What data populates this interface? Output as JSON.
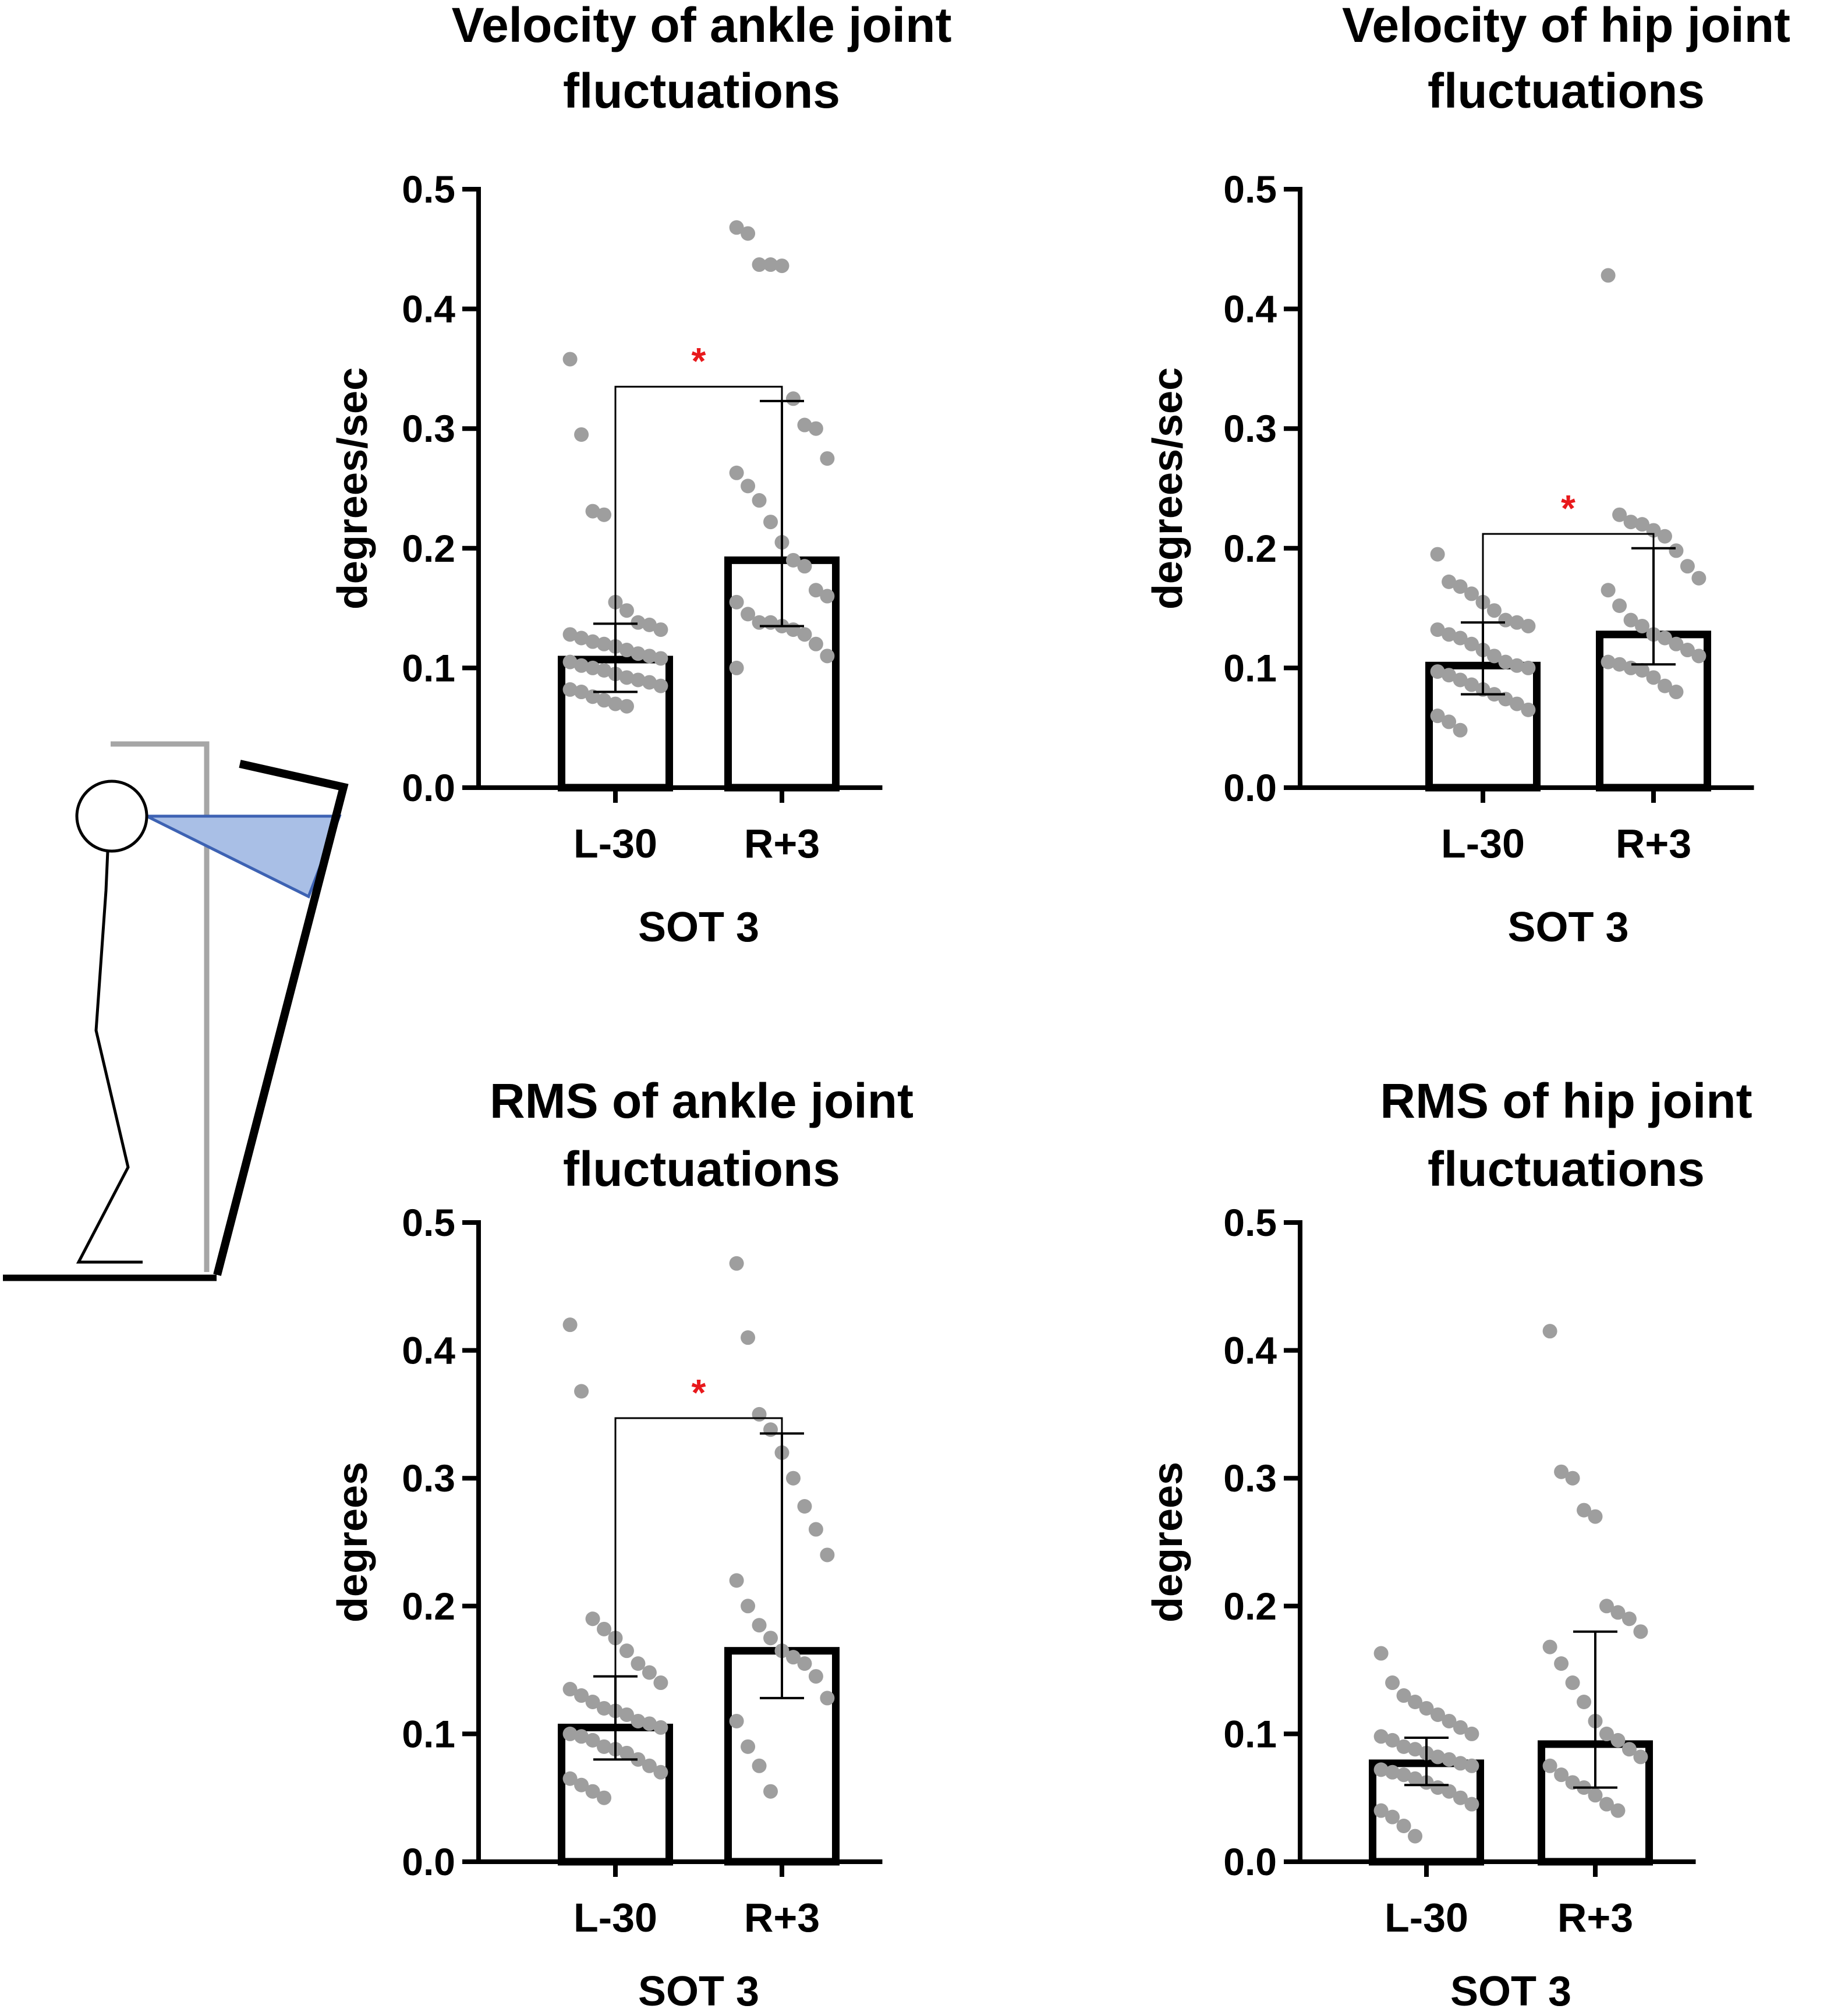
{
  "colors": {
    "bar_stroke": "#000000",
    "point": "#9e9e9e",
    "significance": "#e8191c",
    "gaze_fill": "#a9bfe6",
    "gaze_stroke": "#3d62b3",
    "pole": "#a6a6a6"
  },
  "chart_data": [
    {
      "type": "bar",
      "title": [
        "Velocity of ankle joint",
        "fluctuations"
      ],
      "xlabel": "SOT 3",
      "ylabel": "degrees/sec",
      "ylim": [
        0,
        0.5
      ],
      "yticks": [
        "0.0",
        "0.1",
        "0.2",
        "0.3",
        "0.4",
        "0.5"
      ],
      "categories": [
        "L-30",
        "R+3"
      ],
      "values": [
        0.107,
        0.19
      ],
      "error_low": [
        0.08,
        0.135
      ],
      "error_high": [
        0.137,
        0.323
      ],
      "points": [
        [
          0.358,
          0.295,
          0.231,
          0.228,
          0.155,
          0.148,
          0.138,
          0.136,
          0.132,
          0.128,
          0.125,
          0.122,
          0.12,
          0.118,
          0.115,
          0.112,
          0.11,
          0.108,
          0.105,
          0.102,
          0.1,
          0.098,
          0.095,
          0.092,
          0.09,
          0.088,
          0.085,
          0.082,
          0.08,
          0.076,
          0.073,
          0.07,
          0.068
        ],
        [
          0.468,
          0.463,
          0.437,
          0.437,
          0.436,
          0.325,
          0.303,
          0.3,
          0.275,
          0.263,
          0.252,
          0.24,
          0.222,
          0.205,
          0.19,
          0.185,
          0.165,
          0.16,
          0.155,
          0.145,
          0.138,
          0.138,
          0.135,
          0.132,
          0.128,
          0.12,
          0.11,
          0.1
        ]
      ],
      "significance": "*"
    },
    {
      "type": "bar",
      "title": [
        "Velocity of hip joint",
        "fluctuations"
      ],
      "xlabel": "SOT 3",
      "ylabel": "degrees/sec",
      "ylim": [
        0,
        0.5
      ],
      "yticks": [
        "0.0",
        "0.1",
        "0.2",
        "0.3",
        "0.4",
        "0.5"
      ],
      "categories": [
        "L-30",
        "R+3"
      ],
      "values": [
        0.102,
        0.128
      ],
      "error_low": [
        0.078,
        0.103
      ],
      "error_high": [
        0.138,
        0.2
      ],
      "points": [
        [
          0.195,
          0.172,
          0.168,
          0.162,
          0.155,
          0.148,
          0.14,
          0.138,
          0.135,
          0.132,
          0.128,
          0.125,
          0.12,
          0.115,
          0.11,
          0.105,
          0.102,
          0.1,
          0.097,
          0.094,
          0.09,
          0.086,
          0.082,
          0.078,
          0.074,
          0.07,
          0.065,
          0.06,
          0.055,
          0.048
        ],
        [
          0.428,
          0.228,
          0.222,
          0.22,
          0.215,
          0.21,
          0.198,
          0.185,
          0.175,
          0.165,
          0.152,
          0.14,
          0.135,
          0.128,
          0.125,
          0.12,
          0.115,
          0.11,
          0.105,
          0.103,
          0.1,
          0.098,
          0.092,
          0.085,
          0.08
        ]
      ],
      "significance": "*"
    },
    {
      "type": "bar",
      "title": [
        "RMS of ankle joint",
        "fluctuations"
      ],
      "xlabel": "SOT 3",
      "ylabel": "degrees",
      "ylim": [
        0,
        0.5
      ],
      "yticks": [
        "0.0",
        "0.1",
        "0.2",
        "0.3",
        "0.4",
        "0.5"
      ],
      "categories": [
        "L-30",
        "R+3"
      ],
      "values": [
        0.105,
        0.165
      ],
      "error_low": [
        0.08,
        0.128
      ],
      "error_high": [
        0.145,
        0.335
      ],
      "points": [
        [
          0.42,
          0.368,
          0.19,
          0.182,
          0.175,
          0.165,
          0.155,
          0.148,
          0.14,
          0.135,
          0.13,
          0.125,
          0.12,
          0.118,
          0.115,
          0.11,
          0.108,
          0.105,
          0.1,
          0.098,
          0.095,
          0.09,
          0.088,
          0.085,
          0.08,
          0.075,
          0.07,
          0.065,
          0.06,
          0.055,
          0.05
        ],
        [
          0.468,
          0.41,
          0.35,
          0.338,
          0.32,
          0.3,
          0.278,
          0.26,
          0.24,
          0.22,
          0.2,
          0.185,
          0.175,
          0.165,
          0.16,
          0.155,
          0.145,
          0.128,
          0.11,
          0.09,
          0.075,
          0.055
        ]
      ],
      "significance": "*"
    },
    {
      "type": "bar",
      "title": [
        "RMS of hip joint",
        "fluctuations"
      ],
      "xlabel": "SOT 3",
      "ylabel": "degrees",
      "ylim": [
        0,
        0.5
      ],
      "yticks": [
        "0.0",
        "0.1",
        "0.2",
        "0.3",
        "0.4",
        "0.5"
      ],
      "categories": [
        "L-30",
        "R+3"
      ],
      "values": [
        0.077,
        0.092
      ],
      "error_low": [
        0.06,
        0.058
      ],
      "error_high": [
        0.097,
        0.18
      ],
      "points": [
        [
          0.163,
          0.14,
          0.13,
          0.125,
          0.12,
          0.115,
          0.11,
          0.105,
          0.1,
          0.098,
          0.095,
          0.09,
          0.088,
          0.085,
          0.082,
          0.08,
          0.077,
          0.075,
          0.072,
          0.07,
          0.068,
          0.065,
          0.062,
          0.058,
          0.055,
          0.05,
          0.045,
          0.04,
          0.035,
          0.028,
          0.02
        ],
        [
          0.415,
          0.305,
          0.3,
          0.275,
          0.27,
          0.2,
          0.195,
          0.19,
          0.18,
          0.168,
          0.155,
          0.14,
          0.125,
          0.11,
          0.1,
          0.095,
          0.088,
          0.082,
          0.075,
          0.068,
          0.062,
          0.058,
          0.052,
          0.045,
          0.04
        ]
      ],
      "significance": ""
    }
  ]
}
